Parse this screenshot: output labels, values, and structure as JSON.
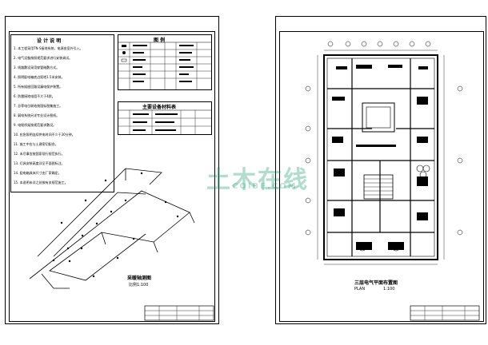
{
  "left_sheet": {
    "notes_title": "设 计 说 明",
    "notes": [
      "1. 本工程采用TN-S接地系统，电源由室外引入。",
      "2. 电气设备按照规范要求进行安装调试。",
      "3. 线路敷设采用穿管暗敷方式。",
      "4. 照明配电箱底边距地1.5米安装。",
      "5. 所有插座回路设漏电保护装置。",
      "6. 防雷接地电阻不大于4欧。",
      "7. 总等电位联结按国标图集施工。",
      "8. 弱电系统另详专业设计图纸。",
      "9. 电缆桥架按规范要求敷设。",
      "10. 应急照明连续供电时间不少于30分钟。",
      "11. 施工中应与土建密切配合。",
      "12. 未尽事宜按国家现行规范执行。",
      "13. 灯具安装高度详见平面图标注。",
      "14. 配电箱具体尺寸由厂家确定。",
      "15. 本说明未详之处按有关规范施工。"
    ],
    "legend_title": "图 例",
    "legend2_title": "主要设备材料表",
    "axon_title": "采暖轴测图",
    "axon_scale": "比例1:100"
  },
  "right_sheet": {
    "plan_title": "三层电气平面布置图",
    "plan_label": "PLAN",
    "plan_scale": "1:100"
  },
  "watermark": {
    "main": "土木在线",
    "sub": "COIBE.COM"
  }
}
